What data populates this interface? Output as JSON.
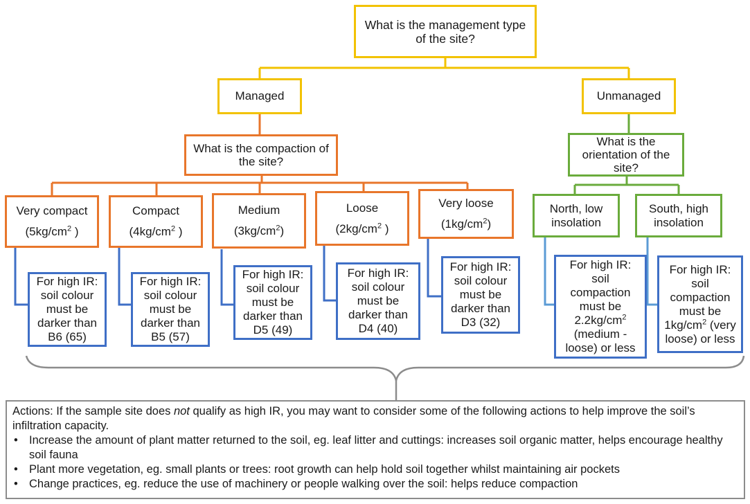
{
  "root": {
    "text": "What is the management type of the site?"
  },
  "managed": {
    "text": "Managed"
  },
  "unmanaged": {
    "text": "Unmanaged"
  },
  "compaction_q": {
    "text": "What is the compaction of the site?"
  },
  "orientation_q": {
    "text": "What is the orientation of the site?"
  },
  "compaction_levels": [
    {
      "label": "Very compact",
      "value": "(5kg/cm",
      "sup": "2",
      "tail": " )",
      "result": [
        "For high IR:",
        "soil colour",
        "must be",
        "darker than",
        "B6 (65)"
      ]
    },
    {
      "label": "Compact",
      "value": "(4kg/cm",
      "sup": "2",
      "tail": " )",
      "result": [
        "For high IR:",
        "soil colour",
        "must be",
        "darker than",
        "B5 (57)"
      ]
    },
    {
      "label": "Medium",
      "value": "(3kg/cm",
      "sup": "2",
      "tail": ")",
      "result": [
        "For high IR:",
        "soil colour",
        "must be",
        "darker than",
        "D5 (49)"
      ]
    },
    {
      "label": "Loose",
      "value": "(2kg/cm",
      "sup": "2",
      "tail": " )",
      "result": [
        "For high IR:",
        "soil colour",
        "must be",
        "darker than",
        "D4 (40)"
      ]
    },
    {
      "label": "Very loose",
      "value": "(1kg/cm",
      "sup": "2",
      "tail": ")",
      "result": [
        "For high IR:",
        "soil colour",
        "must be",
        "darker than",
        "D3 (32)"
      ]
    }
  ],
  "orientations": [
    {
      "line1": "North, low",
      "line2": "insolation",
      "result_pre": [
        "For high IR:",
        "soil",
        "compaction",
        "must be"
      ],
      "result_val": "2.2kg/cm",
      "result_sup": "2",
      "result_tail": "",
      "result_post": [
        "(medium -",
        "loose) or less"
      ]
    },
    {
      "line1": "South, high",
      "line2": "insolation",
      "result_pre": [
        "For high IR:",
        "soil",
        "compaction",
        "must be"
      ],
      "result_val": "1kg/cm",
      "result_sup": "2",
      "result_tail": " (very",
      "result_post": [
        "loose) or less"
      ]
    }
  ],
  "actions": {
    "intro_before": "Actions: If the sample site does ",
    "intro_em": "not",
    "intro_after": " qualify as high IR, you may want to consider some of the following actions to help improve the soil’s infiltration capacity.",
    "bullet": "•",
    "items": [
      "Increase the amount of plant matter returned to the soil, eg. leaf litter and cuttings: increases soil organic matter, helps encourage healthy soil fauna",
      "Plant more vegetation, eg. small plants or trees: root growth can help hold soil together whilst maintaining air pockets",
      "Change practices, eg. reduce the use of machinery or people walking over the soil: helps reduce compaction"
    ]
  },
  "colors": {
    "yellow": "#f2c200",
    "orange": "#e8762b",
    "green": "#6aab3c",
    "blue": "#3f6fc6",
    "light_blue": "#5b9bd5",
    "gray": "#8c8c8c"
  }
}
